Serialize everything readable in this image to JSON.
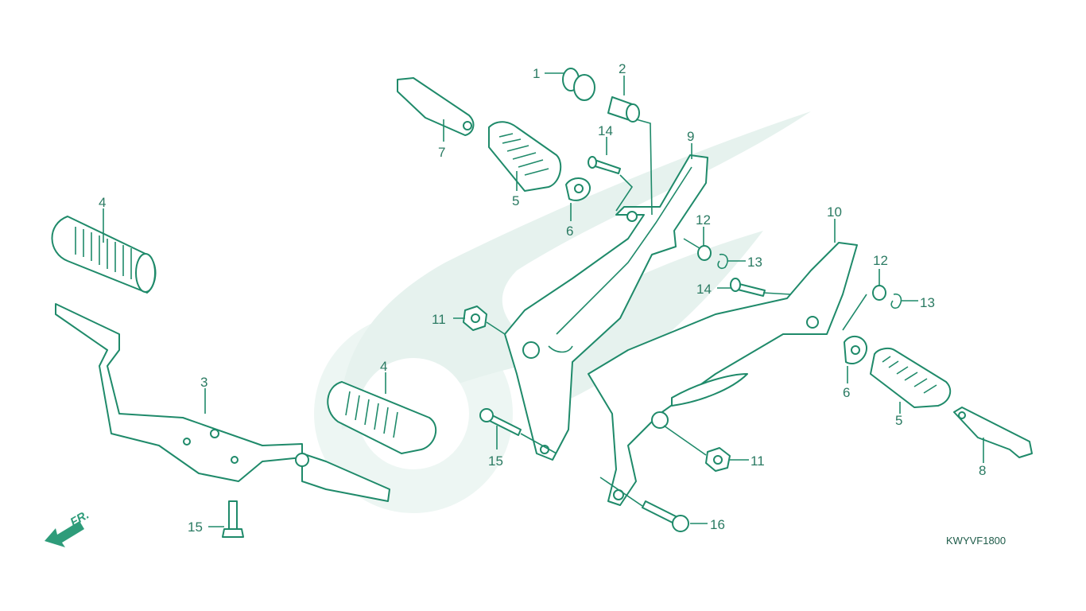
{
  "diagram": {
    "code": "KWYVF1800",
    "direction_label": "FR.",
    "colors": {
      "line": "#1f8a6a",
      "text": "#2a7a62",
      "watermark": "#e6f2ee"
    },
    "callouts": [
      "1",
      "2",
      "14",
      "9",
      "7",
      "5",
      "6",
      "4",
      "12",
      "13",
      "10",
      "12",
      "13",
      "14",
      "11",
      "3",
      "4",
      "6",
      "5",
      "15",
      "11",
      "8",
      "15",
      "16"
    ]
  }
}
